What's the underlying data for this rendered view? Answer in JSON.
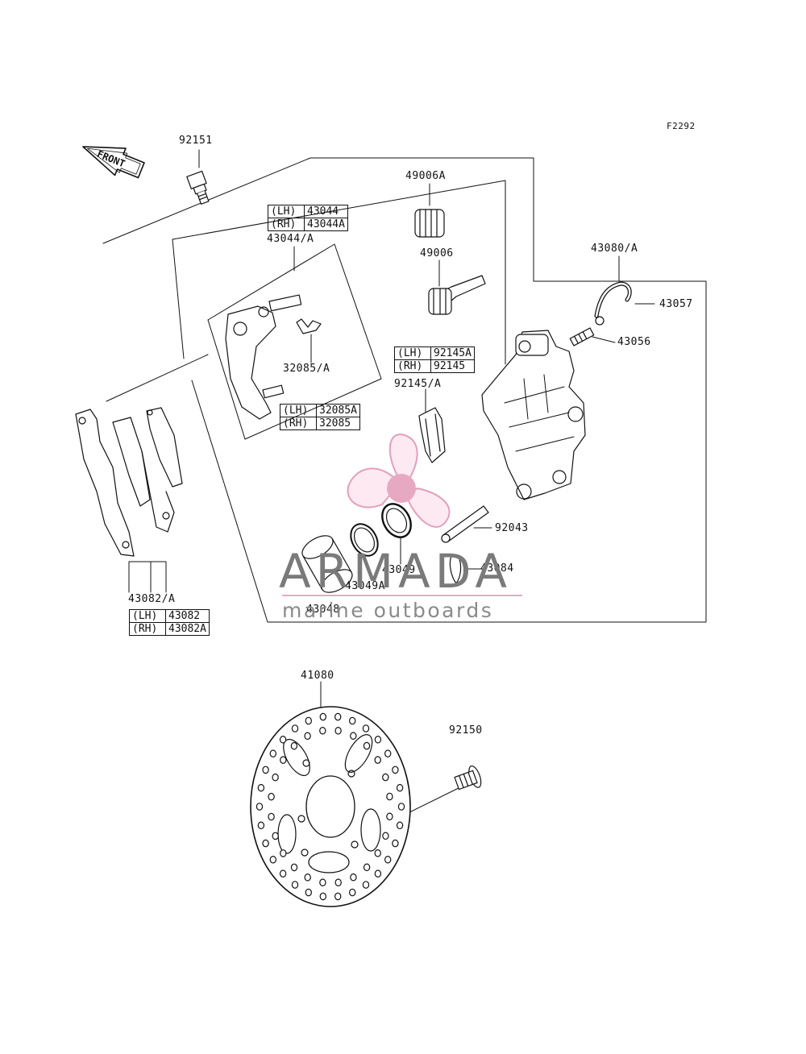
{
  "figure_code": "F2292",
  "direction_arrow": "FRONT",
  "part_labels": {
    "p92151": "92151",
    "p49006A": "49006A",
    "p43044A": "43044/A",
    "p49006": "49006",
    "p43080A": "43080/A",
    "p43057": "43057",
    "p43056": "43056",
    "p32085A": "32085/A",
    "p92145A": "92145/A",
    "p92043": "92043",
    "p43049": "43049",
    "p43049A": "43049A",
    "p43084": "43084",
    "p43048": "43048",
    "p43082A": "43082/A",
    "p41080": "41080",
    "p92150": "92150"
  },
  "variant_tables": {
    "t43044": [
      {
        "side": "(LH)",
        "part": "43044"
      },
      {
        "side": "(RH)",
        "part": "43044A"
      }
    ],
    "t92145": [
      {
        "side": "(LH)",
        "part": "92145A"
      },
      {
        "side": "(RH)",
        "part": "92145"
      }
    ],
    "t32085": [
      {
        "side": "(LH)",
        "part": "32085A"
      },
      {
        "side": "(RH)",
        "part": "32085"
      }
    ],
    "t43082": [
      {
        "side": "(LH)",
        "part": "43082"
      },
      {
        "side": "(RH)",
        "part": "43082A"
      }
    ]
  },
  "watermark": {
    "brand": "ARMADA",
    "tagline": "marine outboards",
    "accent_color": "#e7a9c2",
    "text_color": "#7a7a7a",
    "logo_icon": "propeller-logo-icon"
  }
}
